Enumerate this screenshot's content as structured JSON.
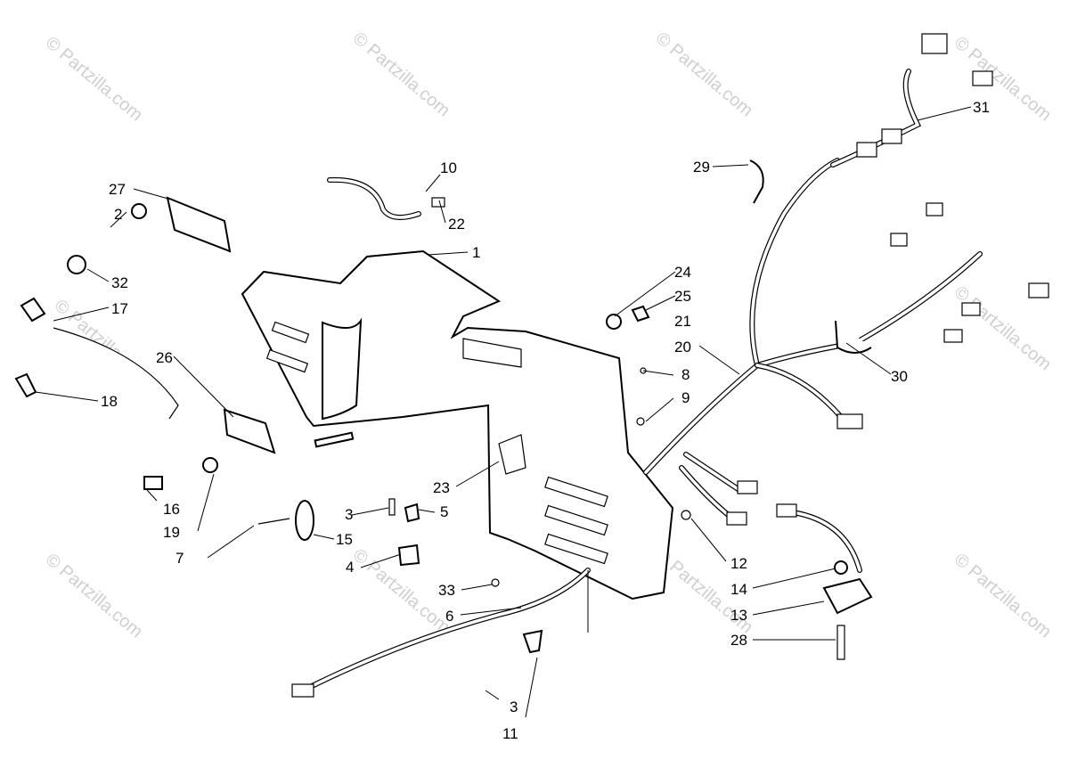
{
  "watermark": "© Partzilla.com",
  "callouts": {
    "c1": "1",
    "c2": "2",
    "c3a": "3",
    "c3b": "3",
    "c4": "4",
    "c5": "5",
    "c6": "6",
    "c7": "7",
    "c8": "8",
    "c9": "9",
    "c10": "10",
    "c11": "11",
    "c12": "12",
    "c13": "13",
    "c14": "14",
    "c15": "15",
    "c16": "16",
    "c17": "17",
    "c18": "18",
    "c19": "19",
    "c20": "20",
    "c21": "21",
    "c22": "22",
    "c23": "23",
    "c24": "24",
    "c25": "25",
    "c26": "26",
    "c27": "27",
    "c28": "28",
    "c29": "29",
    "c30": "30",
    "c31": "31",
    "c32": "32",
    "c33": "33"
  }
}
